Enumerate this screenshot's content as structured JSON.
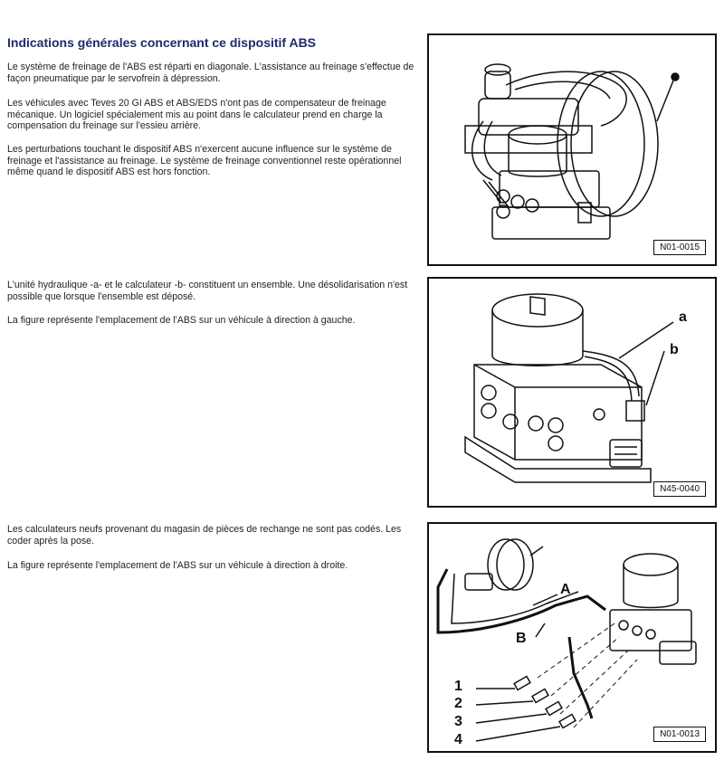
{
  "section1": {
    "title": "Indications générales concernant ce dispositif ABS",
    "p1": "Le système de freinage de l'ABS est réparti en diagonale. L'assistance au freinage s'effectue de façon pneumatique par le servofrein à dépression.",
    "p2": "Les véhicules avec Teves 20 GI ABS et ABS/EDS n'ont pas de compensateur de freinage mécanique. Un logiciel spécialement mis au point dans le calculateur prend en charge la compensation du freinage sur l'essieu arrière.",
    "p3": "Les perturbations touchant le dispositif ABS n'exercent aucune influence sur le système de freinage et l'assistance au freinage. Le système de freinage conventionnel reste opérationnel même quand le dispositif ABS est hors fonction."
  },
  "section2": {
    "p1": "L'unité hydraulique -a- et le calculateur -b- constituent un ensemble. Une désolidarisation n'est possible que lorsque l'ensemble est déposé.",
    "p2": "La figure représente l'emplacement de l'ABS sur un véhicule à direction à gauche."
  },
  "section3": {
    "p1": "Les calculateurs neufs provenant du magasin de pièces de rechange ne sont pas codés. Les coder après la pose.",
    "p2": "La figure représente l'emplacement de l'ABS sur un véhicule à direction à droite."
  },
  "figures": {
    "fig1": {
      "code": "N01-0015"
    },
    "fig2": {
      "code": "N45-0040",
      "label_a": "a",
      "label_b": "b"
    },
    "fig3": {
      "code": "N01-0013",
      "label_A": "A",
      "label_B": "B",
      "n1": "1",
      "n2": "2",
      "n3": "3",
      "n4": "4"
    }
  }
}
